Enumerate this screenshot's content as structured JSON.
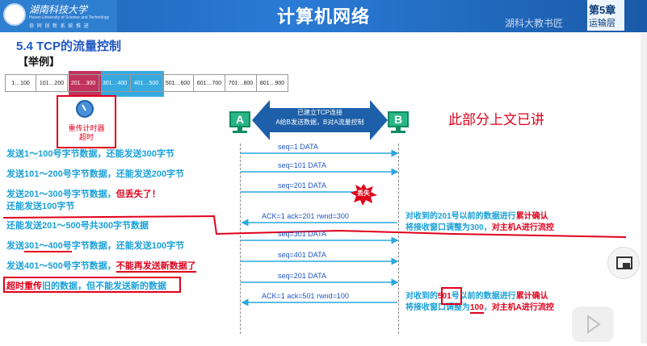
{
  "header": {
    "university_name": "湖南科技大学",
    "university_en": "Hunan University of Science and Technology",
    "motto": "协 同 创 新   系 统 推 进",
    "title": "计算机网络",
    "chapter": "第5章",
    "chapter_sub": "运输层",
    "watermark": "湖科大教书匠"
  },
  "section": {
    "title": "5.4 TCP的流量控制",
    "example": "【举例】"
  },
  "sequence_bar": {
    "cells": [
      "1…100",
      "101…200",
      "201…300",
      "301…400",
      "401…500",
      "501…600",
      "601…700",
      "701…800",
      "801…900"
    ],
    "window_color": "#36a9e0",
    "lost_color": "#c2325c"
  },
  "timer": {
    "label_line1": "重传计时器",
    "label_line2": "超时",
    "icon": "clock-icon"
  },
  "hosts": {
    "a": "A",
    "b": "B"
  },
  "connection": {
    "line1": "已建立TCP连接",
    "line2": "A给B发送数据，B对A流量控制"
  },
  "note": "此部分上文已讲",
  "messages": [
    {
      "label": "seq=1   DATA",
      "dir": "right"
    },
    {
      "label": "seq=101   DATA",
      "dir": "right"
    },
    {
      "label": "seq=201   DATA",
      "dir": "right-lost",
      "lost_label": "丢失"
    },
    {
      "label": "ACK=1   ack=201   rwnd=300",
      "dir": "left"
    },
    {
      "label": "seq=301   DATA",
      "dir": "right"
    },
    {
      "label": "seq=401   DATA",
      "dir": "right"
    },
    {
      "label": "seq=201   DATA",
      "dir": "right"
    },
    {
      "label": "ACK=1   ack=501   rwnd=100",
      "dir": "left"
    }
  ],
  "left_steps": {
    "s1": "发送1～100号字节数据，还能发送300字节",
    "s2": "发送101～200号字节数据，还能发送200字节",
    "s3a": "发送201～300号字节数据，",
    "s3b": "但丢失了",
    "s3c": "！",
    "s3d": "还能发送100字节",
    "s4": "还能发送201～500号共300字节数据",
    "s5a": "发送",
    "s5b": "301～400号",
    "s5c": "字节数据，还能发送100字节",
    "s6a": "发送401～500号字节数据，",
    "s6b": "不能再发送新数据了",
    "s7a": "超时重传",
    "s7b": "旧的数据，但不能发送新的数据"
  },
  "right_notes": {
    "r1a": "对收到的201号以前的数据进行",
    "r1b": "累计确认",
    "r1c": "将接收窗口调整为300，",
    "r1d": "对主机A进行流控",
    "r2a": "对收到的",
    "r2b": "501",
    "r2c": "号以前的数据进行",
    "r2d": "累计确认",
    "r2e": "将接收窗口调整为",
    "r2f": "100",
    "r2g": "，",
    "r2h": "对主机A进行流控"
  }
}
